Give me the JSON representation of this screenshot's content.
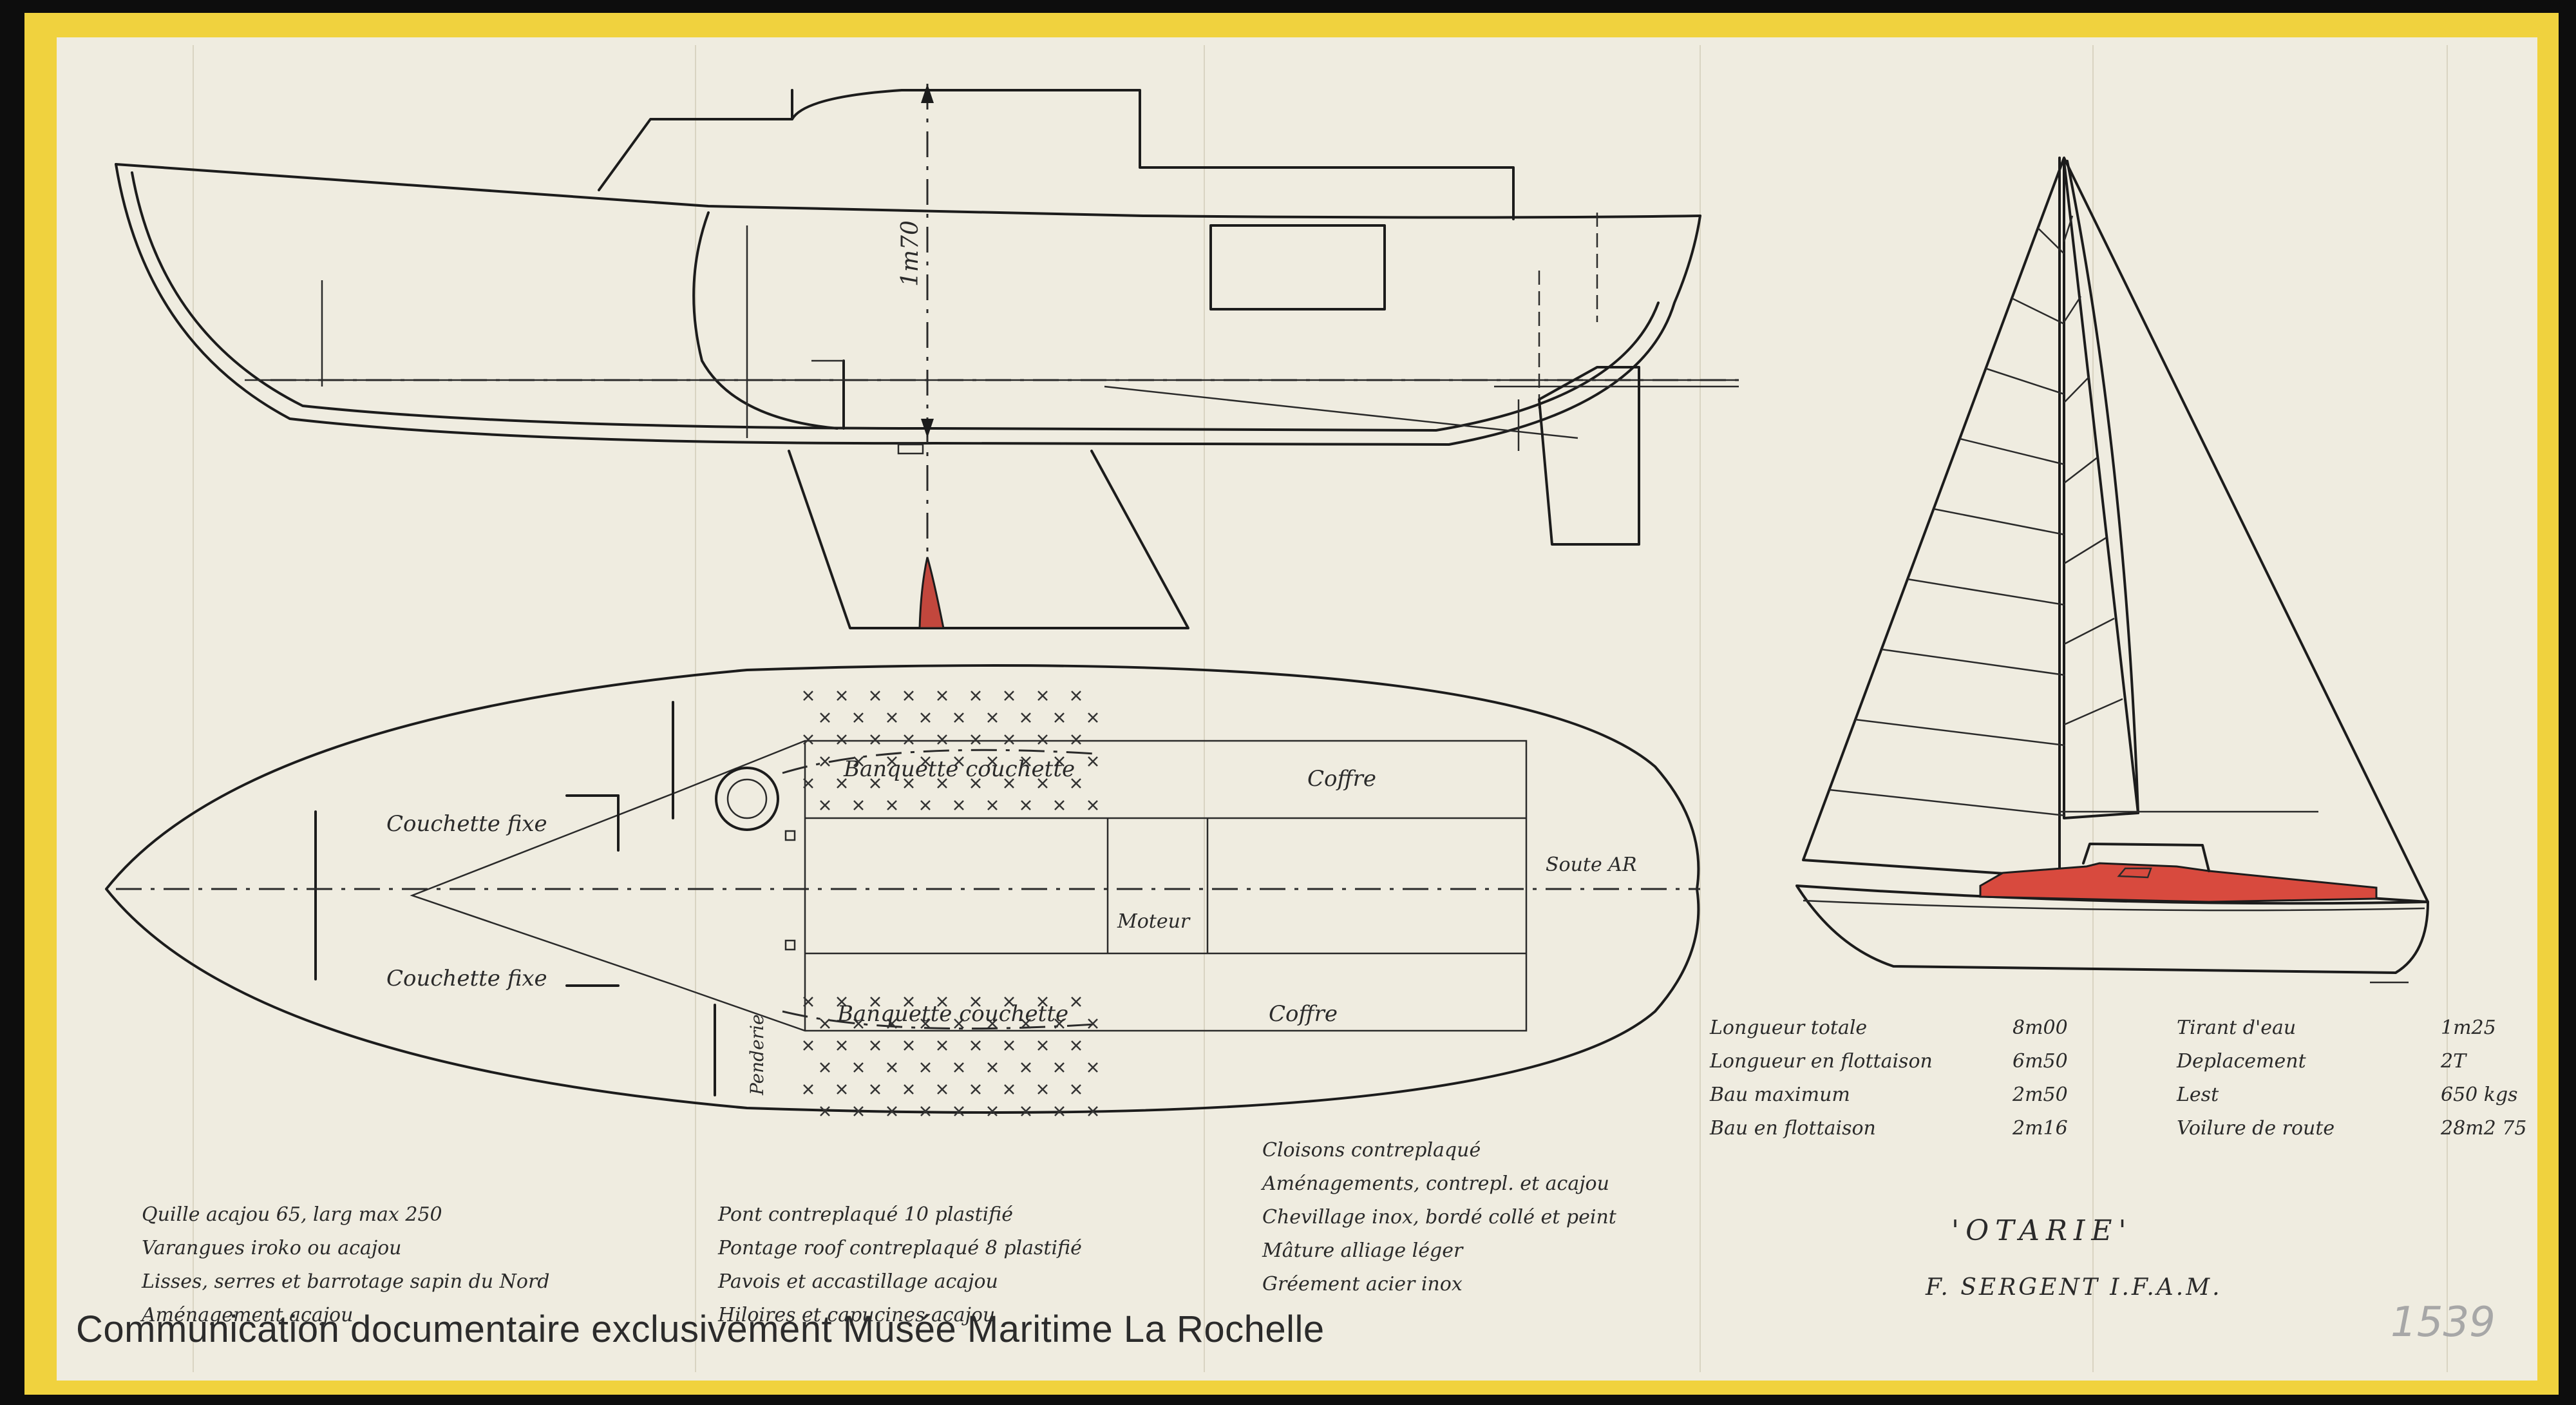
{
  "colors": {
    "sheet": "#efece0",
    "frame": "#f0d23e",
    "ink": "#1c1c1c",
    "keel_fill": "#c2473d",
    "deck_fill": "#d84a3e",
    "watermark": "#2b2b2b",
    "sheet_number": "#a7a7a7"
  },
  "plan_labels": {
    "height_dim": "1m70",
    "couchette_fixe_1": "Couchette fixe",
    "couchette_fixe_2": "Couchette fixe",
    "banquette_1": "Banquette couchette",
    "banquette_2": "Banquette couchette",
    "coffre_1": "Coffre",
    "coffre_2": "Coffre",
    "moteur": "Moteur",
    "soute": "Soute AR",
    "penderie": "Penderie"
  },
  "specs": [
    {
      "label": "Longueur totale",
      "value": "8m00",
      "label2": "Tirant d'eau",
      "value2": "1m25"
    },
    {
      "label": "Longueur en flottaison",
      "value": "6m50",
      "label2": "Deplacement",
      "value2": "2T"
    },
    {
      "label": "Bau maximum",
      "value": "2m50",
      "label2": "Lest",
      "value2": "650 kgs"
    },
    {
      "label": "Bau en flottaison",
      "value": "2m16",
      "label2": "Voilure de route",
      "value2": "28m2 75"
    }
  ],
  "notes": {
    "col1": [
      "Quille acajou 65, larg max 250",
      "Varangues iroko ou acajou",
      "Lisses, serres et barrotage sapin du Nord",
      "Aménagement acajou"
    ],
    "col2": [
      "Pont contreplaqué 10 plastifié",
      "Pontage roof contreplaqué 8 plastifié",
      "Pavois et accastillage acajou",
      "Hiloires et capucines acajou"
    ],
    "col3": [
      "Cloisons contreplaqué",
      "Aménagements, contrepl. et acajou",
      "Chevillage inox, bordé collé et peint",
      "Mâture alliage léger",
      "Gréement acier inox"
    ]
  },
  "title_block": {
    "name": "'OTARIE'",
    "designer": "F. SERGENT I.F.A.M."
  },
  "sheet_number": "1539",
  "watermark": "Communication documentaire exclusivement  Musée Maritime La Rochelle"
}
